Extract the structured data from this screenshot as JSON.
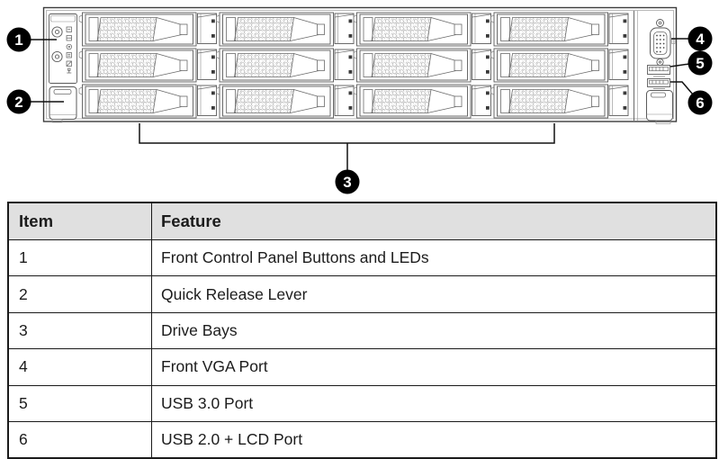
{
  "diagram": {
    "callouts": [
      {
        "number": "1"
      },
      {
        "number": "2"
      },
      {
        "number": "3"
      },
      {
        "number": "4"
      },
      {
        "number": "5"
      },
      {
        "number": "6"
      }
    ],
    "colors": {
      "callout_bg": "#000000",
      "callout_text": "#ffffff",
      "line_art": "#4a4a4a"
    }
  },
  "table": {
    "headers": {
      "item": "Item",
      "feature": "Feature"
    },
    "header_bg": "#e0e0e0",
    "border_color": "#1a1a1a",
    "rows": [
      {
        "item": "1",
        "feature": "Front Control Panel Buttons and LEDs"
      },
      {
        "item": "2",
        "feature": "Quick Release Lever"
      },
      {
        "item": "3",
        "feature": "Drive Bays"
      },
      {
        "item": "4",
        "feature": "Front VGA Port"
      },
      {
        "item": "5",
        "feature": "USB 3.0 Port"
      },
      {
        "item": "6",
        "feature": "USB 2.0 + LCD Port"
      }
    ]
  }
}
